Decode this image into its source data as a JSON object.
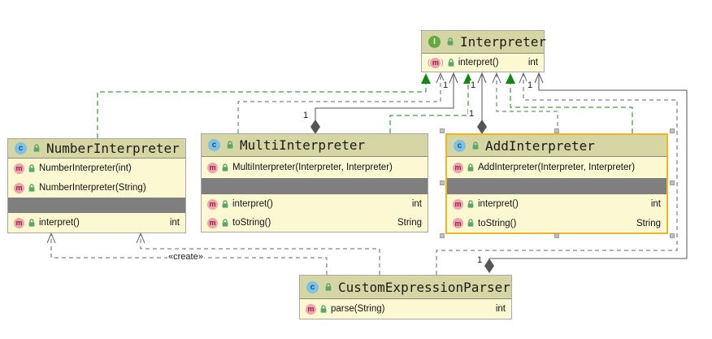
{
  "edge_labels": {
    "multiplicity": "1",
    "create_stereotype": "«create»"
  },
  "icons": {
    "method": "m",
    "class": "c",
    "interface": "I",
    "paren_open": "(",
    "paren_close": ")"
  },
  "classes": {
    "interpreter": {
      "title": "Interpreter",
      "kind": "interface",
      "methods": [
        {
          "name": "interpret()",
          "type": "int"
        }
      ]
    },
    "number_interpreter": {
      "title": "NumberInterpreter",
      "kind": "class",
      "constructors": [
        {
          "name": "NumberInterpreter(int)"
        },
        {
          "name": "NumberInterpreter(String)"
        }
      ],
      "methods": [
        {
          "name": "interpret()",
          "type": "int"
        }
      ]
    },
    "multi_interpreter": {
      "title": "MultiInterpreter",
      "kind": "class",
      "constructors": [
        {
          "name": "MultiInterpreter(Interpreter, Interpreter)"
        }
      ],
      "methods": [
        {
          "name": "interpret()",
          "type": "int"
        },
        {
          "name": "toString()",
          "type": "String"
        }
      ]
    },
    "add_interpreter": {
      "title": "AddInterpreter",
      "kind": "class",
      "selected": true,
      "constructors": [
        {
          "name": "AddInterpreter(Interpreter, Interpreter)"
        }
      ],
      "methods": [
        {
          "name": "interpret()",
          "type": "int"
        },
        {
          "name": "toString()",
          "type": "String"
        }
      ]
    },
    "custom_expression_parser": {
      "title": "CustomExpressionParser",
      "kind": "class",
      "methods": [
        {
          "name": "parse(String)",
          "type": "int"
        }
      ]
    }
  },
  "colors": {
    "header_fill": "#d5d6a3",
    "body_fill": "#fcf8d2",
    "box_border": "#a8a8a8",
    "selection_border": "#f0b622",
    "fields_separator": "#7f7f7f",
    "realization_edge": "#128a12",
    "dependency_edge": "#666666",
    "aggregation_edge": "#555555",
    "class_icon": "#7fc0e6",
    "interface_icon": "#64a843",
    "method_icon": "#f2a2ae"
  }
}
